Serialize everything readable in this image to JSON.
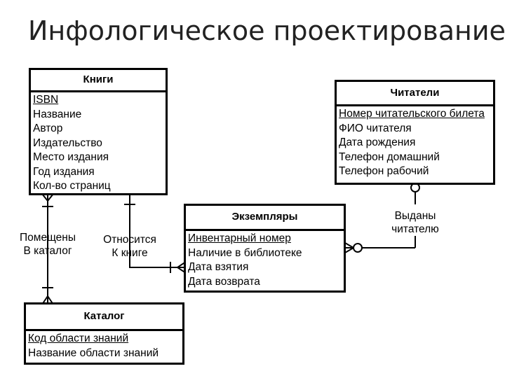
{
  "title": "Инфологическое проектирование",
  "entities": {
    "books": {
      "name": "Книги",
      "attributes": [
        "ISBN",
        "Название",
        "Автор",
        "Издательство",
        "Место издания",
        "Год издания",
        "Кол-во страниц"
      ]
    },
    "readers": {
      "name": "Читатели",
      "attributes": [
        "Номер читательского билета",
        "ФИО читателя",
        "Дата рождения",
        "Телефон домашний",
        "Телефон рабочий"
      ]
    },
    "copies": {
      "name": "Экземпляры",
      "attributes": [
        "Инвентарный номер",
        "Наличие в библиотеке",
        "Дата взятия",
        "Дата возврата"
      ]
    },
    "catalog": {
      "name": "Каталог",
      "attributes": [
        "Код области знаний",
        "Название области знаний"
      ]
    }
  },
  "relationships": {
    "placed": {
      "line1": "Помещены",
      "line2": "В каталог"
    },
    "belongs": {
      "line1": "Относится",
      "line2": "К книге"
    },
    "issued": {
      "line1": "Выданы",
      "line2": "читателю"
    }
  }
}
